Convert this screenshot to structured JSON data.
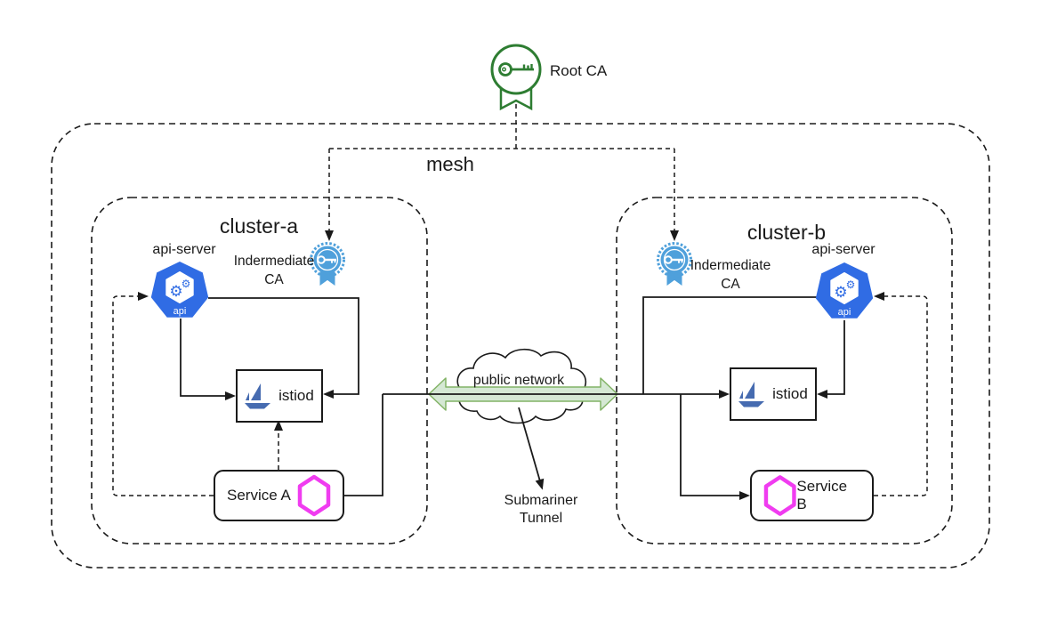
{
  "diagram": {
    "root_ca": {
      "label": "Root CA"
    },
    "mesh": {
      "label": "mesh"
    },
    "network": {
      "cloud_label": "public network",
      "tunnel_label_line1": "Submariner",
      "tunnel_label_line2": "Tunnel"
    },
    "cluster_a": {
      "title": "cluster-a",
      "api_server": {
        "label": "api-server",
        "icon_text": "api"
      },
      "intermediate_ca": {
        "label_line1": "Indermediate",
        "label_line2": "CA"
      },
      "istiod": {
        "label": "istiod"
      },
      "service": {
        "label": "Service A"
      }
    },
    "cluster_b": {
      "title": "cluster-b",
      "api_server": {
        "label": "api-server",
        "icon_text": "api"
      },
      "intermediate_ca": {
        "label_line1": "Indermediate",
        "label_line2": "CA"
      },
      "istiod": {
        "label": "istiod"
      },
      "service": {
        "label": "Service B"
      }
    },
    "colors": {
      "kubernetes_blue": "#306CE4",
      "badge_blue": "#4FA0DB",
      "root_ca_green": "#2E7D32",
      "tunnel_arrow_fill": "#D5E8D4",
      "tunnel_arrow_stroke": "#82B366",
      "service_hexagon_magenta": "#F03CF0",
      "istio_blue": "#466BB0",
      "line_black": "#1a1a1a"
    }
  }
}
